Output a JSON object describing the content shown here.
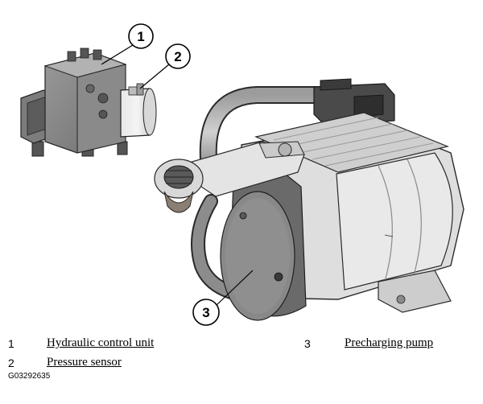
{
  "callouts": [
    {
      "number": "1"
    },
    {
      "number": "2"
    },
    {
      "number": "3"
    }
  ],
  "legend": [
    {
      "number": "1",
      "label": "Hydraulic control unit"
    },
    {
      "number": "2",
      "label": "Pressure sensor"
    },
    {
      "number": "3",
      "label": "Precharging pump"
    }
  ],
  "figure_id": "G03292635",
  "colors": {
    "part_light": "#d6d6d6",
    "part_mid": "#a9a9a9",
    "part_dark": "#7a7a7a",
    "part_black": "#3a3a3a",
    "outline": "#2a2a2a",
    "text": "#000000"
  }
}
